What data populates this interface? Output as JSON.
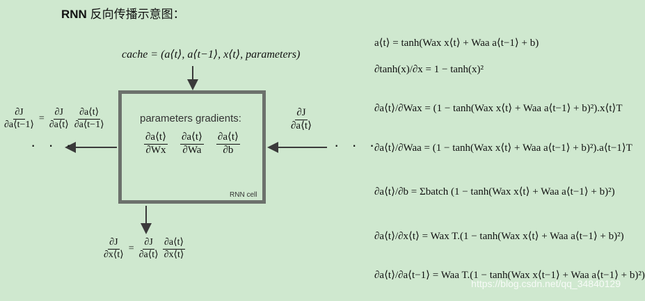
{
  "title": {
    "bold": "RNN",
    "rest": " 反向传播示意图："
  },
  "cache_label": "cache = (a⟨t⟩, a⟨t−1⟩, x⟨t⟩, parameters)",
  "cell": {
    "title": "parameters gradients:",
    "label": "RNN cell",
    "grad_dWx": {
      "num": "∂a⟨t⟩",
      "den": "∂Wx"
    },
    "grad_dWa": {
      "num": "∂a⟨t⟩",
      "den": "∂Wa"
    },
    "grad_db": {
      "num": "∂a⟨t⟩",
      "den": "∂b"
    }
  },
  "dots": "· · ·",
  "input_grad": {
    "num": "∂J",
    "den": "∂a⟨t⟩"
  },
  "left_eq": {
    "lhs_num": "∂J",
    "lhs_den": "∂a⟨t−1⟩",
    "r1_num": "∂J",
    "r1_den": "∂a⟨t⟩",
    "r2_num": "∂a⟨t⟩",
    "r2_den": "∂a⟨t−1⟩"
  },
  "bottom_eq": {
    "lhs_num": "∂J",
    "lhs_den": "∂x⟨t⟩",
    "r1_num": "∂J",
    "r1_den": "∂a⟨t⟩",
    "r2_num": "∂a⟨t⟩",
    "r2_den": "∂x⟨t⟩"
  },
  "formulas": [
    "a⟨t⟩ = tanh(Wax x⟨t⟩ + Waa a⟨t−1⟩ + b)",
    "∂tanh(x)/∂x = 1 − tanh(x)²",
    "∂a⟨t⟩/∂Wax = (1 − tanh(Wax x⟨t⟩ + Waa a⟨t−1⟩ + b)²).x⟨t⟩T",
    "∂a⟨t⟩/∂Waa = (1 − tanh(Wax x⟨t⟩ + Waa a⟨t−1⟩ + b)²).a⟨t−1⟩T",
    "∂a⟨t⟩/∂b = Σbatch (1 − tanh(Wax x⟨t⟩ + Waa a⟨t−1⟩ + b)²)",
    "∂a⟨t⟩/∂x⟨t⟩ = Wax T.(1 − tanh(Wax x⟨t⟩ + Waa a⟨t−1⟩ + b)²)",
    "∂a⟨t⟩/∂a⟨t−1⟩ = Waa T.(1 − tanh(Wax x⟨t−1⟩ + Waa a⟨t−1⟩ + b)²)"
  ],
  "watermark": "https://blog.csdn.net/qq_34840129",
  "colors": {
    "background": "#cfe8cf",
    "box": "#6c716c",
    "arrow": "#3a3a3a"
  }
}
